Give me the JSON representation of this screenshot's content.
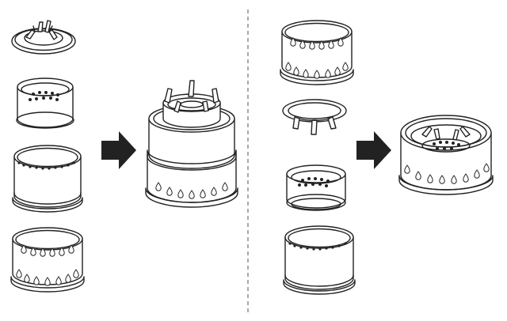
{
  "diagram": {
    "left_panel": {
      "parts": [
        "pot-support-ring",
        "grate-cup",
        "burner-cylinder",
        "vented-base-ring"
      ],
      "result": "assembled-stove-tall"
    },
    "right_panel": {
      "parts": [
        "vented-base-ring",
        "pot-support-ring",
        "grate-cup",
        "burner-cylinder"
      ],
      "result": "nested-stove-compact"
    },
    "arrow_icon": "arrow-right-icon",
    "colors": {
      "line": "#222222",
      "background": "#ffffff",
      "divider": "#555555"
    }
  }
}
